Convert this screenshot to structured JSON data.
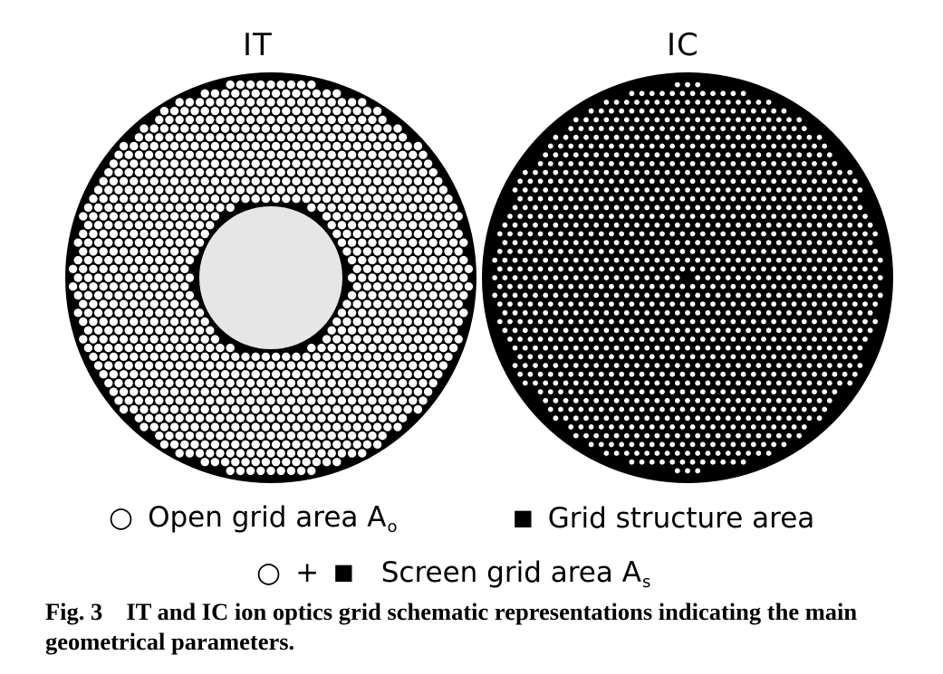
{
  "panels": {
    "left_title": "IT",
    "right_title": "IC"
  },
  "legend": {
    "open_symbol": "○",
    "open_text": "Open grid area A",
    "open_sub": "o",
    "structure_symbol": "■",
    "structure_text": "Grid structure area",
    "screen_symbol_open": "○",
    "screen_plus": "+",
    "screen_symbol_structure": "■",
    "screen_text": "Screen grid area A",
    "screen_sub": "s"
  },
  "caption": {
    "label": "Fig. 3",
    "text": "IT and IC ion optics grid schematic representations indicating the main geometrical parameters."
  },
  "colors": {
    "structure": "#000000",
    "open": "#ffffff",
    "center_fill": "#e6e6e6"
  }
}
